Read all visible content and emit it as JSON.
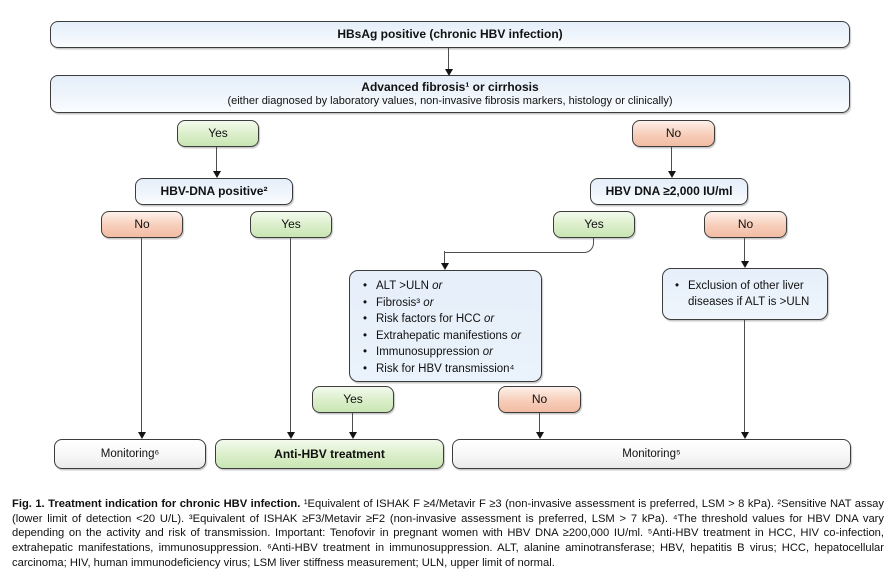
{
  "flow": {
    "root": {
      "label": "HBsAg positive (chronic HBV infection)"
    },
    "fibrosis": {
      "title": "Advanced fibrosis¹ or cirrhosis",
      "subtitle": "(either diagnosed by laboratory values, non-invasive fibrosis markers, histology or clinically)"
    },
    "left": {
      "answer": "Yes",
      "question": "HBV-DNA positive²",
      "no": "No",
      "yes": "Yes"
    },
    "right": {
      "answer": "No",
      "question": "HBV DNA ≥2,000 IU/ml",
      "yes": "Yes",
      "no": "No"
    },
    "criteria": {
      "items": [
        {
          "text": "ALT >ULN",
          "or": "or"
        },
        {
          "text": "Fibrosis³",
          "or": "or"
        },
        {
          "text": "Risk factors for HCC",
          "or": "or"
        },
        {
          "text": "Extrahepatic manifestions",
          "or": "or"
        },
        {
          "text": "Immunosuppression",
          "or": "or"
        },
        {
          "text": "Risk for HBV transmission⁴",
          "or": ""
        }
      ],
      "yes": "Yes",
      "no": "No"
    },
    "exclusion": {
      "text": "Exclusion of other liver diseases if ALT is >ULN"
    },
    "outcomes": {
      "monitoring_left": "Monitoring⁶",
      "treatment": "Anti-HBV treatment",
      "monitoring_right": "Monitoring⁵"
    }
  },
  "ui": {
    "bullet": "•"
  },
  "caption": {
    "title": "Fig. 1. Treatment indication for chronic HBV infection.",
    "body": " ¹Equivalent of ISHAK F ≥4/Metavir F ≥3 (non-invasive assessment is preferred, LSM > 8 kPa). ²Sensitive NAT assay (lower limit of detection <20 U/L). ³Equivalent of ISHAK ≥F3/Metavir ≥F2 (non-invasive assessment is preferred, LSM > 7 kPa). ⁴The threshold values for HBV DNA vary depending on the activity and risk of transmission. Important: Tenofovir in pregnant women with HBV DNA ≥200,000 IU/ml. ⁵Anti-HBV treatment in HCC, HIV co-infection, extrahepatic manifestations, immunosuppression. ⁶Anti-HBV treatment in immunosuppression. ALT, alanine aminotransferase; HBV, hepatitis B virus; HCC, hepatocellular carcinoma; HIV, human immunodeficiency virus; LSM liver stiffness measurement; ULN, upper limit of normal."
  },
  "colors": {
    "node_blue": "#e8f1fa",
    "node_green": "#d5ecc2",
    "node_red": "#f6c8b2",
    "node_neutral": "#f4f4f4",
    "border": "#3c3c3c",
    "line": "#4d4d4d"
  }
}
